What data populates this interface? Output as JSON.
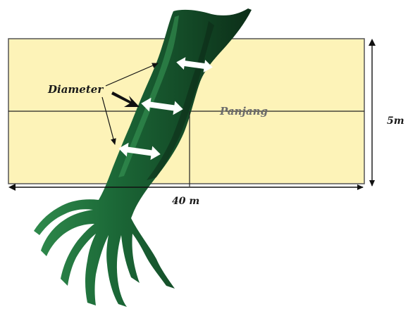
{
  "labels": {
    "diameter": "Diameter",
    "panjang": "Panjang",
    "width": "40 m",
    "height": "5m"
  },
  "colors": {
    "plot_fill": "#fdf3b8",
    "plot_stroke": "#555555",
    "tree_dark": "#0f3a1f",
    "tree_mid": "#1c6a38",
    "tree_light": "#2f8a4c",
    "arrow": "#111111",
    "diameter_arrow_fill": "#ffffff"
  }
}
